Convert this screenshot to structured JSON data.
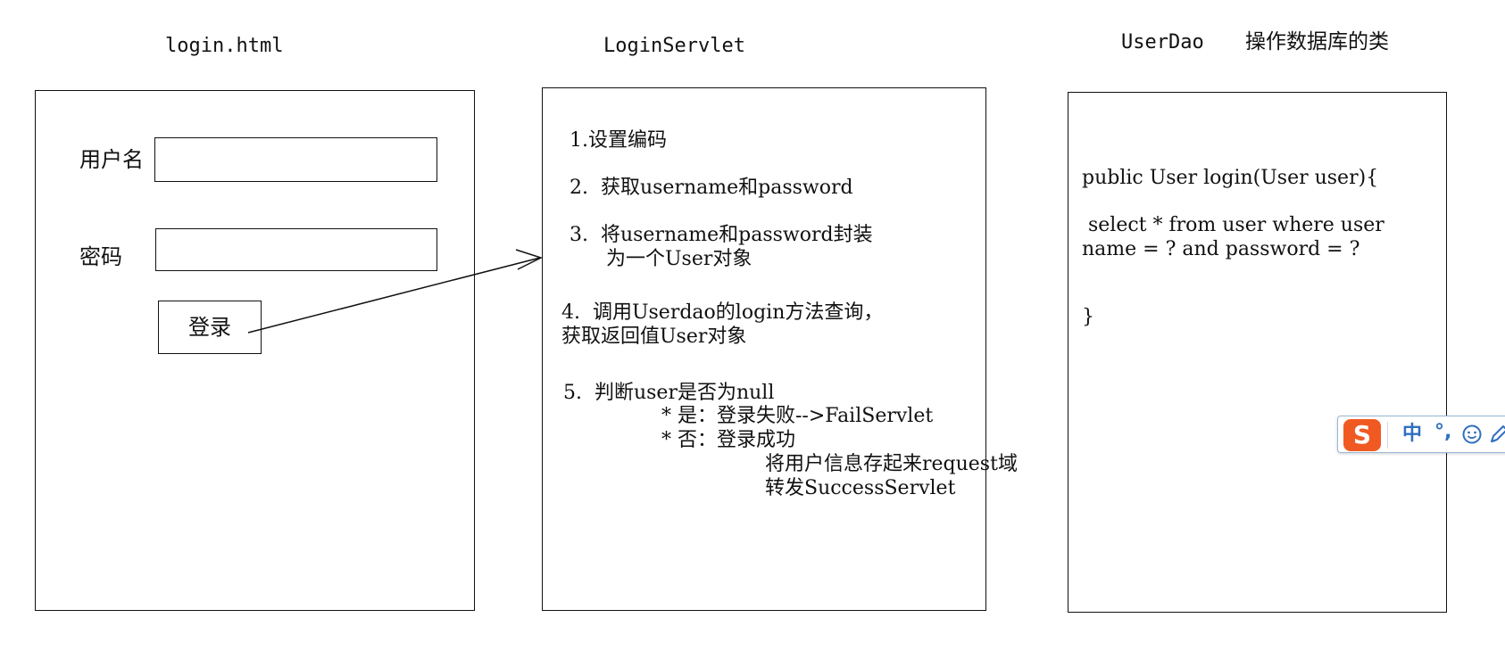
{
  "columns": {
    "login_page": {
      "title": "login.html",
      "username_label": "用户名",
      "username_value": "",
      "password_label": "密码",
      "password_value": "",
      "login_button": "登录"
    },
    "servlet": {
      "title": "LoginServlet",
      "steps": {
        "s1": "1.设置编码",
        "s2": "2.  获取username和password",
        "s3a": "3.  将username和password封装",
        "s3b": "为一个User对象",
        "s4a": "4.  调用Userdao的login方法查询，",
        "s4b": "获取返回值User对象",
        "s5a": "5.  判断user是否为null",
        "s5b": "* 是：登录失败-->FailServlet",
        "s5c": "* 否：登录成功",
        "s5d": "将用户信息存起来request域",
        "s5e": "转发SuccessServlet"
      }
    },
    "dao": {
      "title": "UserDao",
      "subtitle": "操作数据库的类",
      "code": {
        "line1": "public User login(User user){",
        "line2": " select * from user where user",
        "line3": "name = ? and password = ?",
        "line4": "}"
      }
    }
  },
  "ime_toolbar": {
    "logo": "S",
    "mode": "中",
    "punct": "°,",
    "emoji_icon": "smile-icon",
    "pen_icon": "pen-icon",
    "logo_color": "#f05a22",
    "accent_color": "#2f6fc0"
  }
}
